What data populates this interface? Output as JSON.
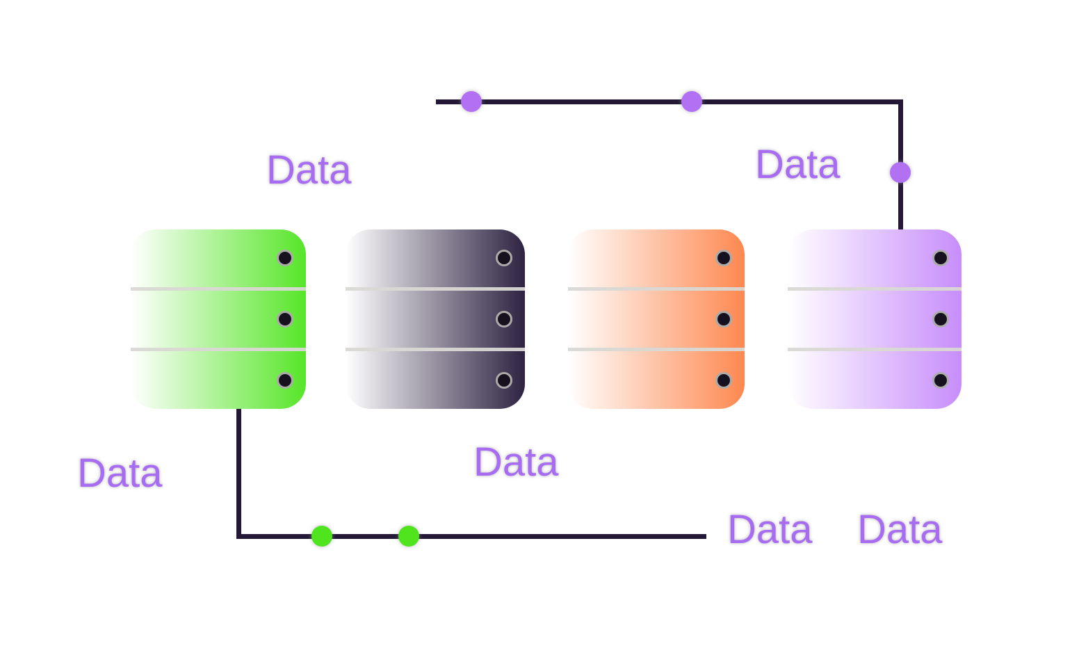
{
  "diagram": {
    "labels": [
      {
        "text": "Data"
      },
      {
        "text": "Data"
      },
      {
        "text": "Data"
      },
      {
        "text": "Data"
      },
      {
        "text": "Data"
      },
      {
        "text": "Data"
      }
    ],
    "databases": [
      {
        "name": "database-green",
        "gradient_from": "#ffffff",
        "gradient_to": "#57e529"
      },
      {
        "name": "database-dark-purple",
        "gradient_from": "#ffffff",
        "gradient_to": "#2e2342"
      },
      {
        "name": "database-orange",
        "gradient_from": "#ffffff",
        "gradient_to": "#fd8850"
      },
      {
        "name": "database-light-purple",
        "gradient_from": "#ffffff",
        "gradient_to": "#c78dfb"
      }
    ],
    "colors": {
      "background": "#ffffff",
      "connector_line": "#231937",
      "purple_dot": "#b270f2",
      "green_dot": "#50e41f",
      "label_text": "#a76cf1",
      "db_separator": "#d9d8d4",
      "db_indicator_fill": "#16101f",
      "db_indicator_ring": "#b4b4b0"
    }
  }
}
